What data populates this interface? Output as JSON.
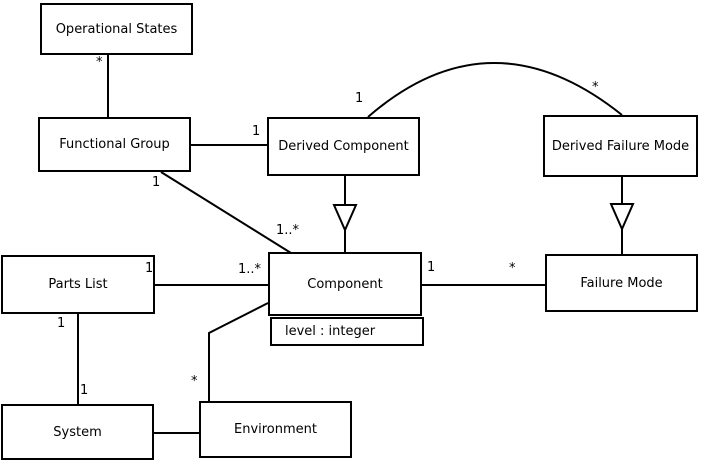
{
  "classes": {
    "operational_states": {
      "name": "Operational States"
    },
    "functional_group": {
      "name": "Functional Group"
    },
    "derived_component": {
      "name": "Derived Component"
    },
    "derived_failure_mode": {
      "name": "Derived Failure Mode"
    },
    "parts_list": {
      "name": "Parts List"
    },
    "component": {
      "name": "Component",
      "attributes": [
        "level : integer"
      ]
    },
    "failure_mode": {
      "name": "Failure Mode"
    },
    "system": {
      "name": "System"
    },
    "environment": {
      "name": "Environment"
    }
  },
  "associations": [
    {
      "from": "Operational States",
      "to": "Functional Group",
      "type": "association",
      "m_from": "*"
    },
    {
      "from": "Functional Group",
      "to": "Derived Component",
      "type": "association",
      "m_to": "1"
    },
    {
      "from": "Derived Component",
      "to": "Derived Failure Mode",
      "type": "association",
      "m_from": "1",
      "m_to": "*"
    },
    {
      "from": "Derived Component",
      "to": "Component",
      "type": "generalization"
    },
    {
      "from": "Derived Failure Mode",
      "to": "Failure Mode",
      "type": "generalization"
    },
    {
      "from": "Functional Group",
      "to": "Component",
      "type": "association",
      "m_from": "1",
      "m_to": "1..*"
    },
    {
      "from": "Parts List",
      "to": "Component",
      "type": "association",
      "m_from": "1",
      "m_to": "1..*"
    },
    {
      "from": "Component",
      "to": "Failure Mode",
      "type": "association",
      "m_from": "1",
      "m_to": "*"
    },
    {
      "from": "Parts List",
      "to": "System",
      "type": "association",
      "m_from": "1",
      "m_to": "1"
    },
    {
      "from": "Component",
      "to": "Environment",
      "type": "association",
      "m_to": "*"
    },
    {
      "from": "System",
      "to": "Environment",
      "type": "association"
    }
  ],
  "colors": {
    "line": "#000000",
    "background": "#ffffff",
    "box_fill": "#ffffff"
  }
}
